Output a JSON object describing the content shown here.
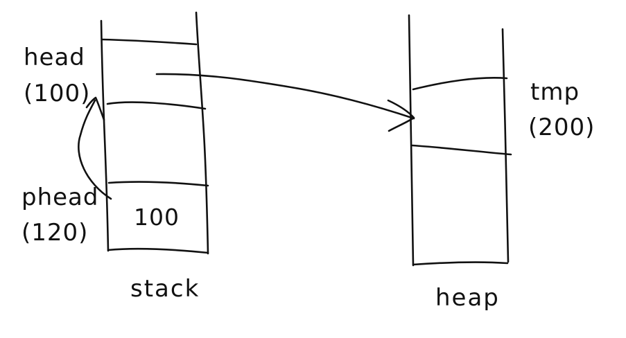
{
  "diagram": {
    "stack": {
      "title": "stack",
      "head_name": "head",
      "head_addr": "(100)",
      "phead_name": "phead",
      "phead_addr": "(120)",
      "phead_value": "100"
    },
    "heap": {
      "title": "heap",
      "tmp_name": "tmp",
      "tmp_addr": "(200)"
    },
    "colors": {
      "stroke": "#111111",
      "background": "#ffffff"
    }
  }
}
